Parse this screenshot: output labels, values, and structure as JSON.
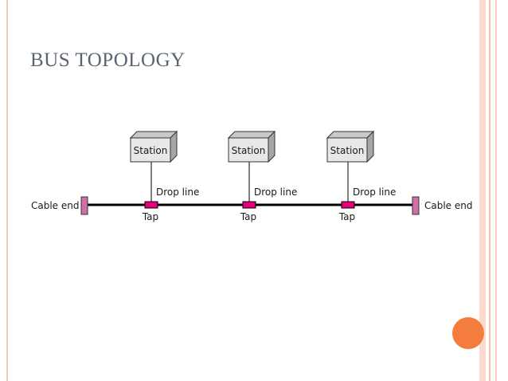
{
  "title": "BUS TOPOLOGY",
  "diagram": {
    "left_end_label": "Cable end",
    "right_end_label": "Cable end",
    "stations": [
      {
        "station_label": "Station",
        "drop_label": "Drop line",
        "tap_label": "Tap"
      },
      {
        "station_label": "Station",
        "drop_label": "Drop line",
        "tap_label": "Tap"
      },
      {
        "station_label": "Station",
        "drop_label": "Drop line",
        "tap_label": "Tap"
      }
    ]
  },
  "colors": {
    "title": "#5a6472",
    "tap": "#e6007e",
    "cable_end": "#d36fa8",
    "station_front": "#e8e8e8",
    "station_top": "#c9c9c9",
    "station_side": "#a6a6a6",
    "accent_circle": "#f47c3c",
    "border": "#f7c8b8"
  }
}
